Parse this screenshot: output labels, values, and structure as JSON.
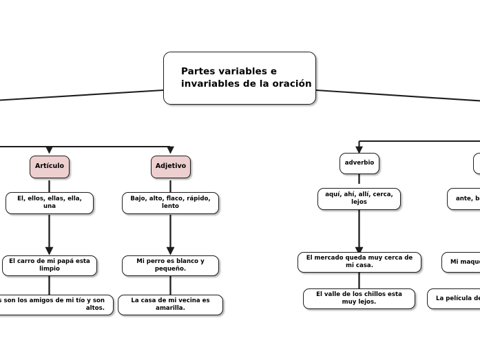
{
  "diagram": {
    "title": "Partes variables e invariables de la oración",
    "type": "tree-mind-map",
    "background_color": "#ffffff",
    "category_fill_color": "#edcfcf",
    "node_fill_color": "#ffffff",
    "node_border_color": "#1d1d1d",
    "edge_color": "#1d1d1d"
  },
  "root": {
    "line1": "Partes variables e",
    "line2": "invariables de la oración"
  },
  "branches": [
    {
      "id": "articulo",
      "category": "Artículo",
      "examples_word_list": "El, ellos, ellas, ella, una",
      "sentence1": "El carro de mi papá esta limpio",
      "sentence2": "os son los amigos de mi tío y son altos.",
      "clipped": "left"
    },
    {
      "id": "adjetivo",
      "category": "Adjetivo",
      "examples_word_list": "Bajo, alto, flaco, rápido, lento",
      "sentence1": "Mi perro es blanco y pequeño.",
      "sentence2": "La casa de mi vecina es amarilla.",
      "clipped": "none"
    },
    {
      "id": "adverbio",
      "category": "adverbio",
      "examples_word_list": "aquí, ahí, allí, cerca, lejos",
      "sentence1": "El mercado queda muy cerca de mi casa.",
      "sentence2": "El valle de los chillos esta muy lejos.",
      "clipped": "none"
    },
    {
      "id": "preposicion",
      "category": "",
      "examples_word_list": "ante, ba",
      "sentence1": "Mi maqueta",
      "sentence2": "La película de la",
      "clipped": "right"
    }
  ]
}
